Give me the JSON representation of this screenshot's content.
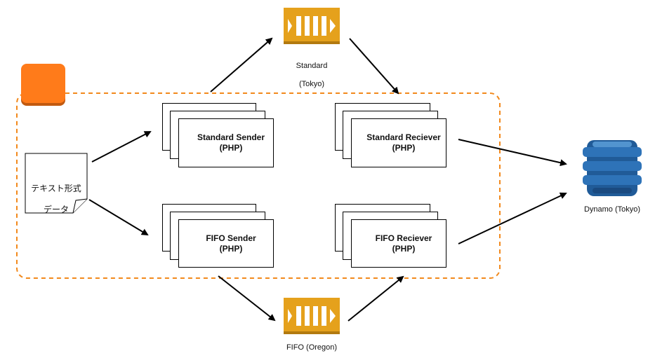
{
  "queues": {
    "standard": {
      "name": "Standard",
      "region": "(Tokyo)"
    },
    "fifo": {
      "label": "FIFO (Oregon)"
    }
  },
  "document": {
    "line1": "テキスト形式",
    "line2": "データ"
  },
  "senders": {
    "standard": {
      "name": "Standard Sender",
      "lang": "(PHP)"
    },
    "fifo": {
      "name": "FIFO Sender",
      "lang": "(PHP)"
    }
  },
  "receivers": {
    "standard": {
      "name": "Standard Reciever",
      "lang": "(PHP)"
    },
    "fifo": {
      "name": "FIFO Reciever",
      "lang": "(PHP)"
    }
  },
  "database": {
    "label": "Dynamo (Tokyo)"
  },
  "colors": {
    "queue": "#e5a11c",
    "group_border": "#f2891c",
    "group_icon": "#ff7b1a",
    "dynamo": "#2e73b8"
  }
}
